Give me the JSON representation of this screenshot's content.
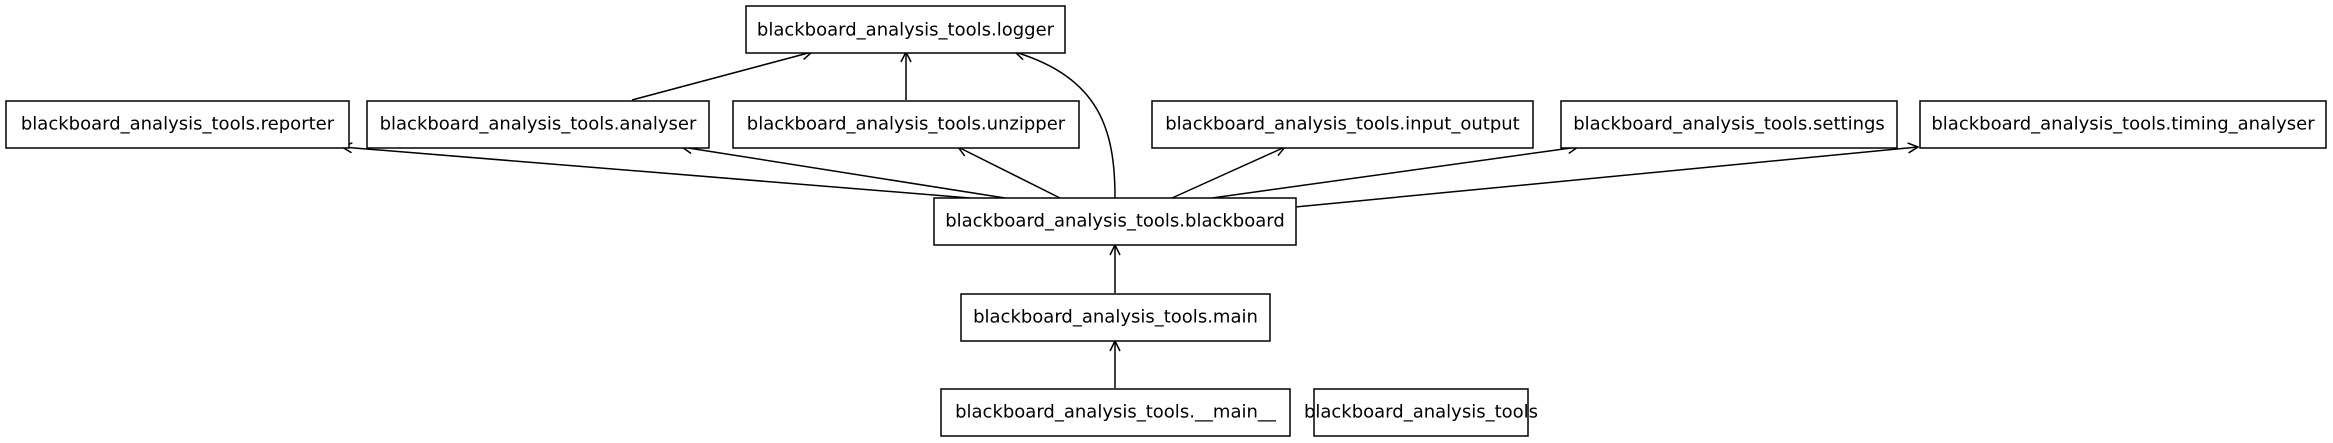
{
  "diagram": {
    "nodes": {
      "logger": "blackboard_analysis_tools.logger",
      "reporter": "blackboard_analysis_tools.reporter",
      "analyser": "blackboard_analysis_tools.analyser",
      "unzipper": "blackboard_analysis_tools.unzipper",
      "input_output": "blackboard_analysis_tools.input_output",
      "settings": "blackboard_analysis_tools.settings",
      "timing_analyser": "blackboard_analysis_tools.timing_analyser",
      "blackboard": "blackboard_analysis_tools.blackboard",
      "main": "blackboard_analysis_tools.main",
      "dunder_main": "blackboard_analysis_tools.__main__",
      "package": "blackboard_analysis_tools"
    },
    "edges": [
      {
        "from": "analyser",
        "to": "logger"
      },
      {
        "from": "unzipper",
        "to": "logger"
      },
      {
        "from": "blackboard",
        "to": "logger"
      },
      {
        "from": "blackboard",
        "to": "reporter"
      },
      {
        "from": "blackboard",
        "to": "analyser"
      },
      {
        "from": "blackboard",
        "to": "unzipper"
      },
      {
        "from": "blackboard",
        "to": "input_output"
      },
      {
        "from": "blackboard",
        "to": "settings"
      },
      {
        "from": "blackboard",
        "to": "timing_analyser"
      },
      {
        "from": "main",
        "to": "blackboard"
      },
      {
        "from": "dunder_main",
        "to": "main"
      }
    ]
  }
}
